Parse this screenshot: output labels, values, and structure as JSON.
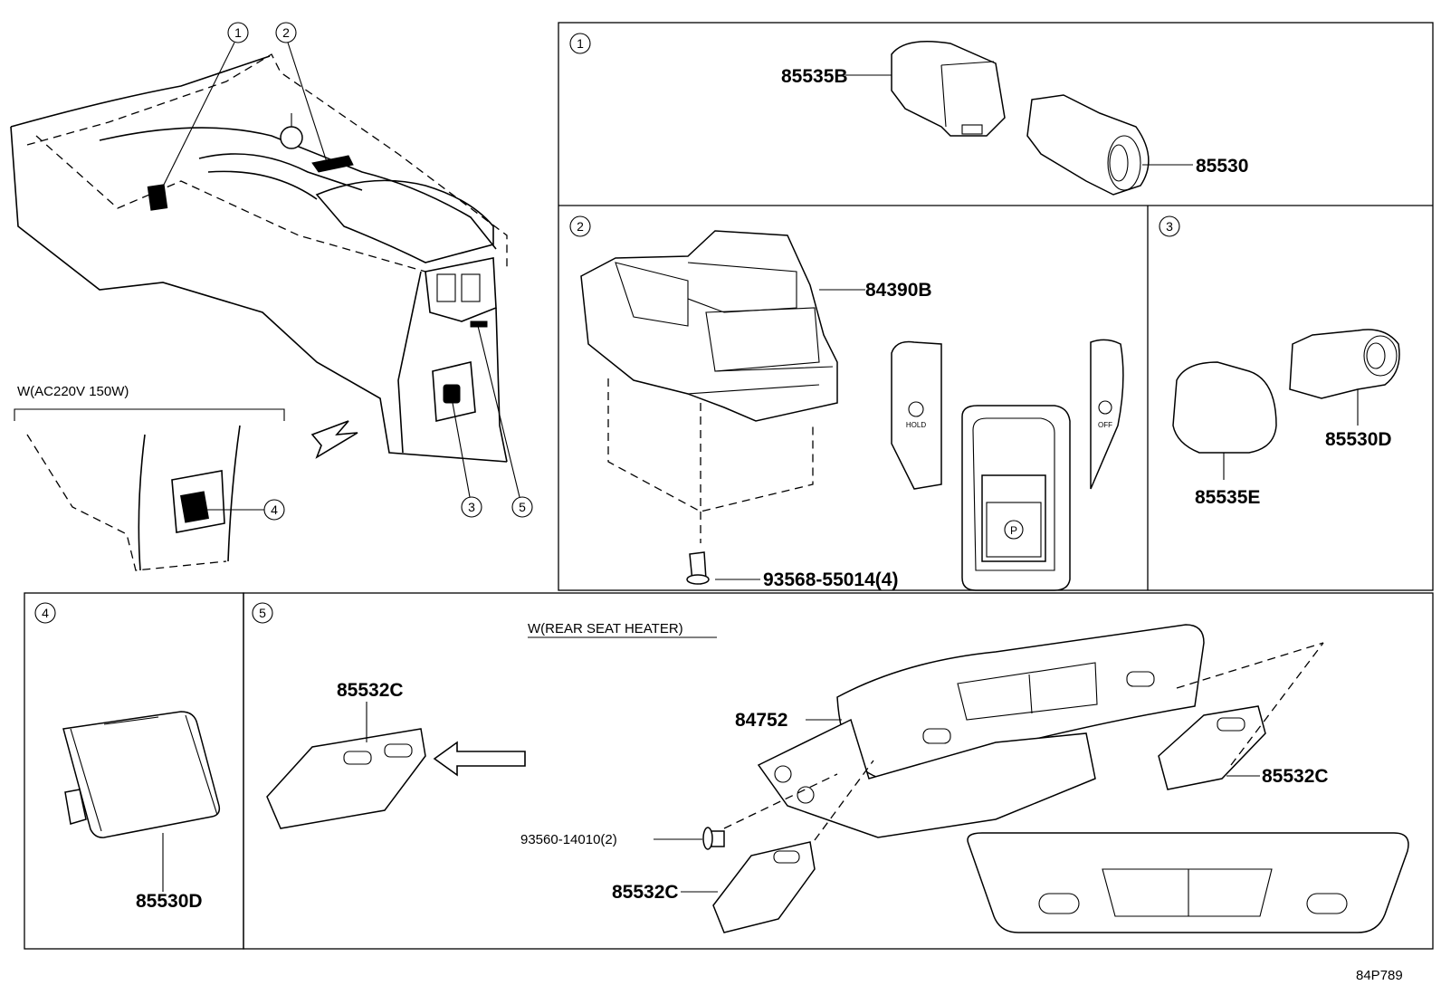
{
  "callouts": [
    "1",
    "2",
    "3",
    "4",
    "5"
  ],
  "overview": {
    "variant_note": "W(AC220V 150W)"
  },
  "panel1": {
    "num": "1",
    "parts": [
      "85535B",
      "85530"
    ]
  },
  "panel2": {
    "num": "2",
    "parts": [
      "84390B",
      "93568-55014(4)"
    ],
    "hold_label": "HOLD",
    "off_label": "OFF",
    "p_label": "P"
  },
  "panel3": {
    "num": "3",
    "parts": [
      "85530D",
      "85535E"
    ]
  },
  "panel4": {
    "num": "4",
    "parts": [
      "85530D"
    ]
  },
  "panel5": {
    "num": "5",
    "variant_note": "W(REAR SEAT HEATER)",
    "parts": [
      "85532C",
      "84752",
      "85532C",
      "93560-14010(2)",
      "85532C"
    ]
  },
  "diagram_code": "84P789"
}
